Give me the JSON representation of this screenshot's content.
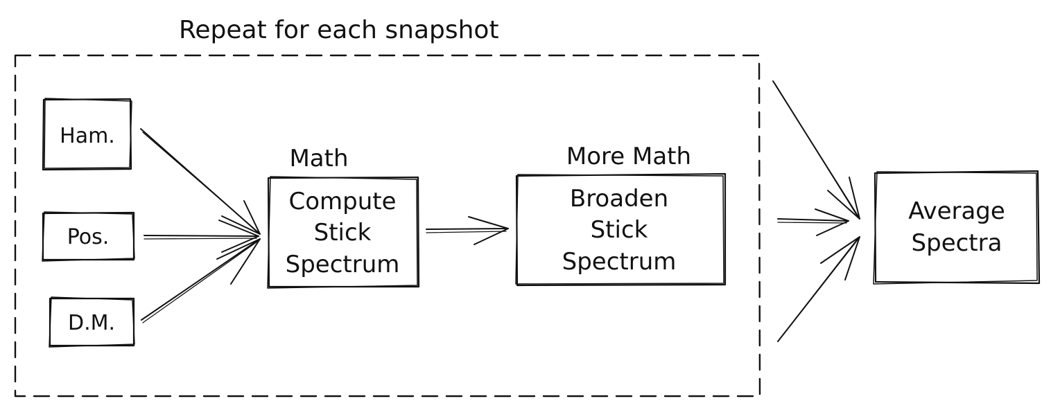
{
  "diagram": {
    "loop_label": "Repeat for each snapshot",
    "inputs": {
      "ham": "Ham.",
      "pos": "Pos.",
      "dm": "D.M."
    },
    "stage1": {
      "caption": "Math",
      "lines": [
        "Compute",
        "Stick",
        "Spectrum"
      ]
    },
    "stage2": {
      "caption": "More Math",
      "lines": [
        "Broaden",
        "Stick",
        "Spectrum"
      ]
    },
    "output": {
      "lines": [
        "Average",
        "Spectra"
      ]
    }
  }
}
